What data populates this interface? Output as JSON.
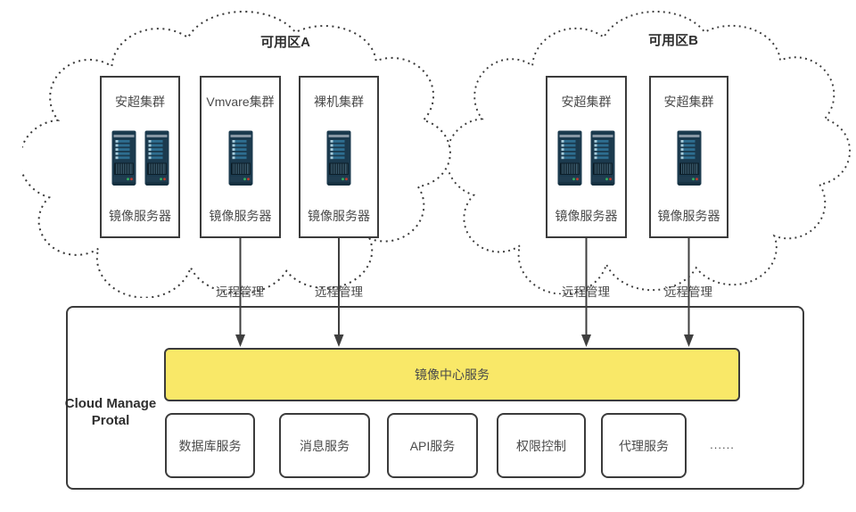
{
  "zones": [
    {
      "label": "可用区A",
      "clusters": [
        {
          "title": "安超集群",
          "server_count": 2,
          "caption": "镜像服务器"
        },
        {
          "title": "Vmvare集群",
          "server_count": 1,
          "caption": "镜像服务器"
        },
        {
          "title": "裸机集群",
          "server_count": 1,
          "caption": "镜像服务器"
        }
      ]
    },
    {
      "label": "可用区B",
      "clusters": [
        {
          "title": "安超集群",
          "server_count": 2,
          "caption": "镜像服务器"
        },
        {
          "title": "安超集群",
          "server_count": 1,
          "caption": "镜像服务器"
        }
      ]
    }
  ],
  "connections": {
    "label": "远程管理"
  },
  "portal": {
    "title": "Cloud Manage Protal",
    "center_service": "镜像中心服务",
    "services": [
      "数据库服务",
      "消息服务",
      "API服务",
      "权限控制",
      "代理服务"
    ],
    "ellipsis": "......"
  },
  "icons": {
    "server": "server-icon"
  },
  "colors": {
    "accent_yellow": "#F9E868",
    "box_border": "#3B3B3B",
    "connector_line": "#3F3F3F",
    "text": "#4A4A4A",
    "server_body": "#1B3A4E",
    "server_stripe": "#2E6E90",
    "led_green": "#34B45E",
    "led_red": "#C23B2E"
  }
}
